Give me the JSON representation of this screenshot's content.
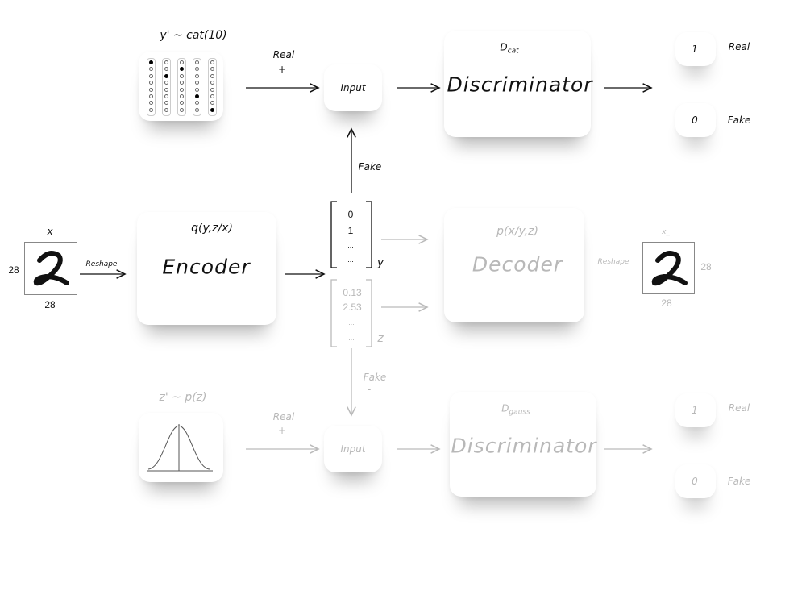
{
  "top": {
    "prior_label": "y' ~ cat(10)",
    "one_hot_active_rows": [
      0,
      2,
      1,
      5,
      7
    ],
    "real_label": "Real",
    "plus": "+",
    "input_label": "Input",
    "disc_sub_prefix": "D",
    "disc_sub": "cat",
    "disc_label": "Discriminator",
    "out_1": "1",
    "out_1_label": "Real",
    "out_0": "0",
    "out_0_label": "Fake",
    "minus": "-",
    "fake_label": "Fake"
  },
  "middle": {
    "x_label": "x",
    "dim_h": "28",
    "dim_w": "28",
    "digit": "2",
    "reshape_label": "Reshape",
    "encoder_formula": "q(y,z/x)",
    "encoder_label": "Encoder",
    "y_values": [
      "0",
      "1",
      "...",
      "..."
    ],
    "y_label": "y",
    "z_values": [
      "0.13",
      "2.53",
      "...",
      "..."
    ],
    "z_label": "z",
    "decoder_formula": "p(x/y,z)",
    "decoder_label": "Decoder",
    "reshape2_label": "Reshape",
    "xr_label": "x_",
    "xr_dim_h": "28",
    "xr_dim_w": "28",
    "fake_label": "Fake",
    "minus": "-"
  },
  "bottom": {
    "prior_label": "z' ~ p(z)",
    "real_label": "Real",
    "plus": "+",
    "input_label": "Input",
    "disc_sub_prefix": "D",
    "disc_sub": "gauss",
    "disc_label": "Discriminator",
    "out_1": "1",
    "out_1_label": "Real",
    "out_0": "0",
    "out_0_label": "Fake"
  },
  "colors": {
    "active": "#111111",
    "inactive": "#b8b8b8"
  }
}
